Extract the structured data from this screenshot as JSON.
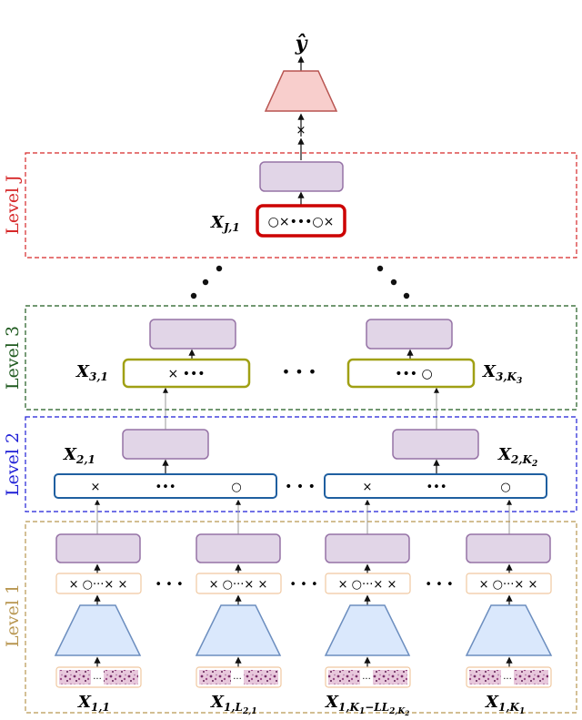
{
  "output": {
    "label": "ŷ"
  },
  "levels": {
    "level_j": {
      "label": "Level J",
      "color": "#d62728"
    },
    "level_3": {
      "label": "Level 3",
      "color": "#1e5a1e"
    },
    "level_2": {
      "label": "Level 2",
      "color": "#1f1fd6"
    },
    "level_1": {
      "label": "Level 1",
      "color": "#b89650"
    }
  },
  "nodes": {
    "xj1": {
      "main": "X",
      "sub": "J,1"
    },
    "x31": {
      "main": "X",
      "sub": "3,1"
    },
    "x3k3": {
      "main": "X",
      "sub": "3,K",
      "subsub": "3"
    },
    "x21": {
      "main": "X",
      "sub": "2,1"
    },
    "x2k2": {
      "main": "X",
      "sub": "2,K",
      "subsub": "2"
    },
    "x11": {
      "main": "X",
      "sub": "1,1"
    },
    "x1l21": {
      "main": "X",
      "sub": "1,L",
      "subsub": "2,1"
    },
    "x1k1l": {
      "main": "X",
      "sub": "1,K",
      "subsub1": "1",
      "mid": "−L",
      "subsub2": "2,K",
      "subsub3": "2"
    },
    "x1k1": {
      "main": "X",
      "sub": "1,K",
      "subsub": "1"
    }
  },
  "tokens": {
    "level_j": "○×•••○×",
    "level_3_left": "× •••",
    "level_3_right": "••• ○",
    "level_2_left": [
      "×",
      "•••",
      "○"
    ],
    "level_2_right": [
      "×",
      "•••",
      "○"
    ],
    "level_1": "× ○···× ×",
    "between_dots": "• • •"
  },
  "colors": {
    "purple_fill": "#e1d5e7",
    "purple_stroke": "#9673a6",
    "red_tri_fill": "#f8cecc",
    "red_tri_stroke": "#b85450",
    "blue_fill": "#dae8fc",
    "blue_stroke": "#6c8ebf",
    "token_stroke": "#f0c8a0",
    "level3_box": "#a0a014",
    "level2_box": "#1f5fa0",
    "levelj_box": "#cc0000"
  }
}
